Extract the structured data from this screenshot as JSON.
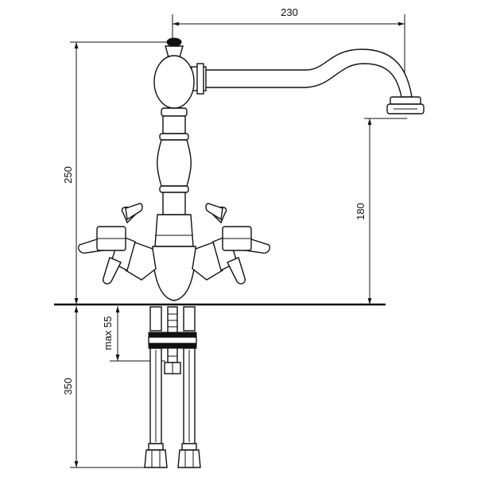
{
  "drawing": {
    "dimensions": {
      "spout_reach": "230",
      "total_height": "250",
      "spout_height": "180",
      "thread_length": "max 55",
      "hose_length": "350"
    },
    "colors": {
      "line": "#111111",
      "background": "#ffffff"
    }
  }
}
